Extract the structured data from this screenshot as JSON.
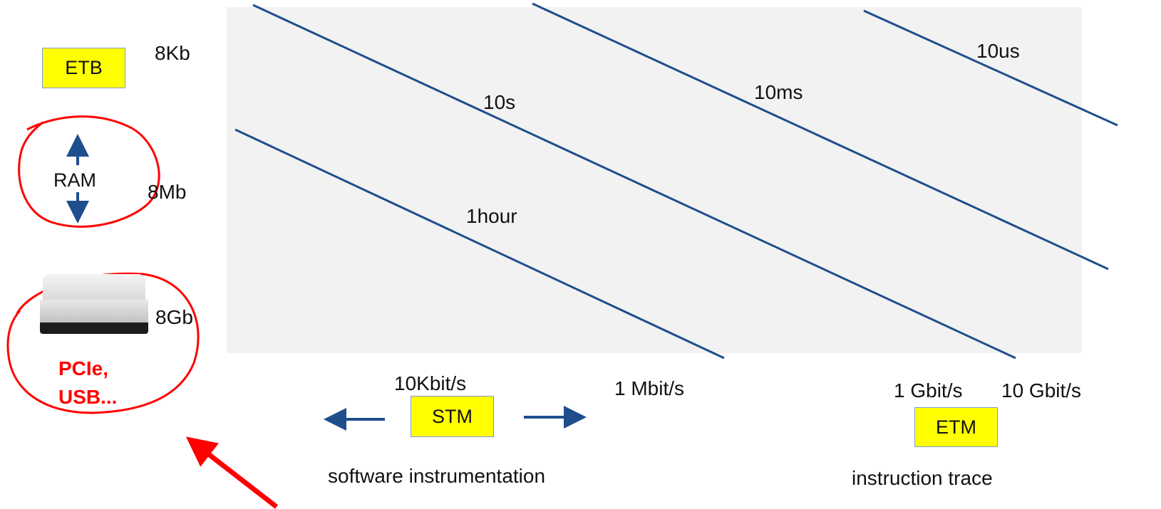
{
  "memory": {
    "etb_label": "ETB",
    "etb_size": "8Kb",
    "ram_label": "RAM",
    "ram_size": "8Mb",
    "disk_size": "8Gb",
    "disk_interfaces_line1": "PCIe,",
    "disk_interfaces_line2": "USB..."
  },
  "diagonals": {
    "d1": "10s",
    "d2": "10ms",
    "d3": "10us",
    "d4": "1hour"
  },
  "bandwidth": {
    "b1": "10Kbit/s",
    "b2": "1 Mbit/s",
    "b3": "1 Gbit/s",
    "b4": "10 Gbit/s"
  },
  "sources": {
    "stm_label": "STM",
    "stm_caption": "software instrumentation",
    "etm_label": "ETM",
    "etm_caption": "instruction trace"
  },
  "colors": {
    "line": "#1f4e8c",
    "plot_bg": "#f2f2f2",
    "tag_bg": "#ffff00",
    "highlight": "#ff0000"
  }
}
